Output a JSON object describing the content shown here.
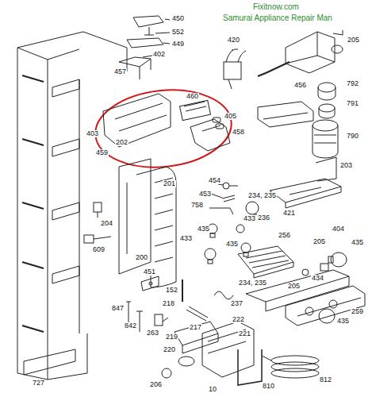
{
  "diagram": {
    "labels": [
      "Fixitnow.com",
      "Samurai Appliance Repair Man",
      "450",
      "552",
      "449",
      "420",
      "205",
      "402",
      "457",
      "792",
      "456",
      "791",
      "460",
      "405",
      "458",
      "790",
      "403",
      "202",
      "459",
      "203",
      "201",
      "454",
      "453",
      "234, 235",
      "758",
      "236",
      "421",
      "433",
      "204",
      "435",
      "433",
      "609",
      "435",
      "256",
      "205",
      "404",
      "435",
      "434",
      "200",
      "451",
      "234, 235",
      "237",
      "205",
      "152",
      "218",
      "847",
      "842",
      "263",
      "217",
      "222",
      "219",
      "435",
      "259",
      "221",
      "220",
      "206",
      "10",
      "810",
      "812",
      "727"
    ]
  }
}
